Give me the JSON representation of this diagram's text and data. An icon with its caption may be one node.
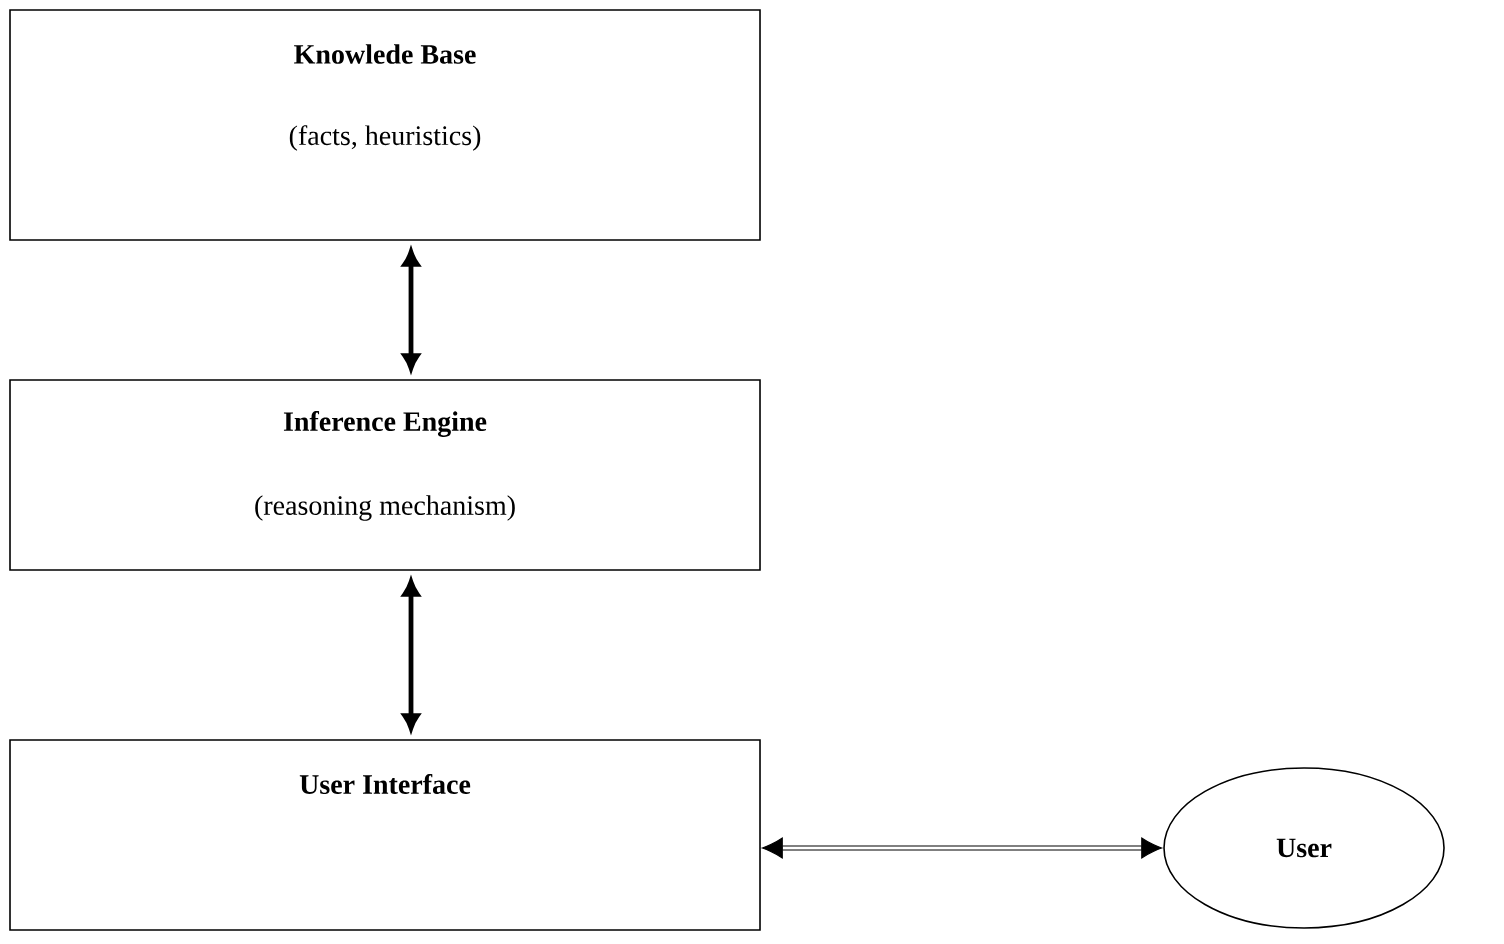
{
  "diagram": {
    "nodes": [
      {
        "text": [
          "Knowlede Base",
          "(facts, heuristics)"
        ]
      },
      {
        "text": [
          "Inference Engine",
          "(reasoning mechanism)"
        ]
      },
      {
        "text": [
          "User Interface"
        ]
      },
      {
        "text": [
          "User"
        ]
      }
    ],
    "edges": [
      {
        "from": 0,
        "to": 1,
        "arrow": "both"
      },
      {
        "from": 1,
        "to": 2,
        "arrow": "both"
      },
      {
        "from": 2,
        "to": 3,
        "arrow": "both"
      }
    ]
  }
}
